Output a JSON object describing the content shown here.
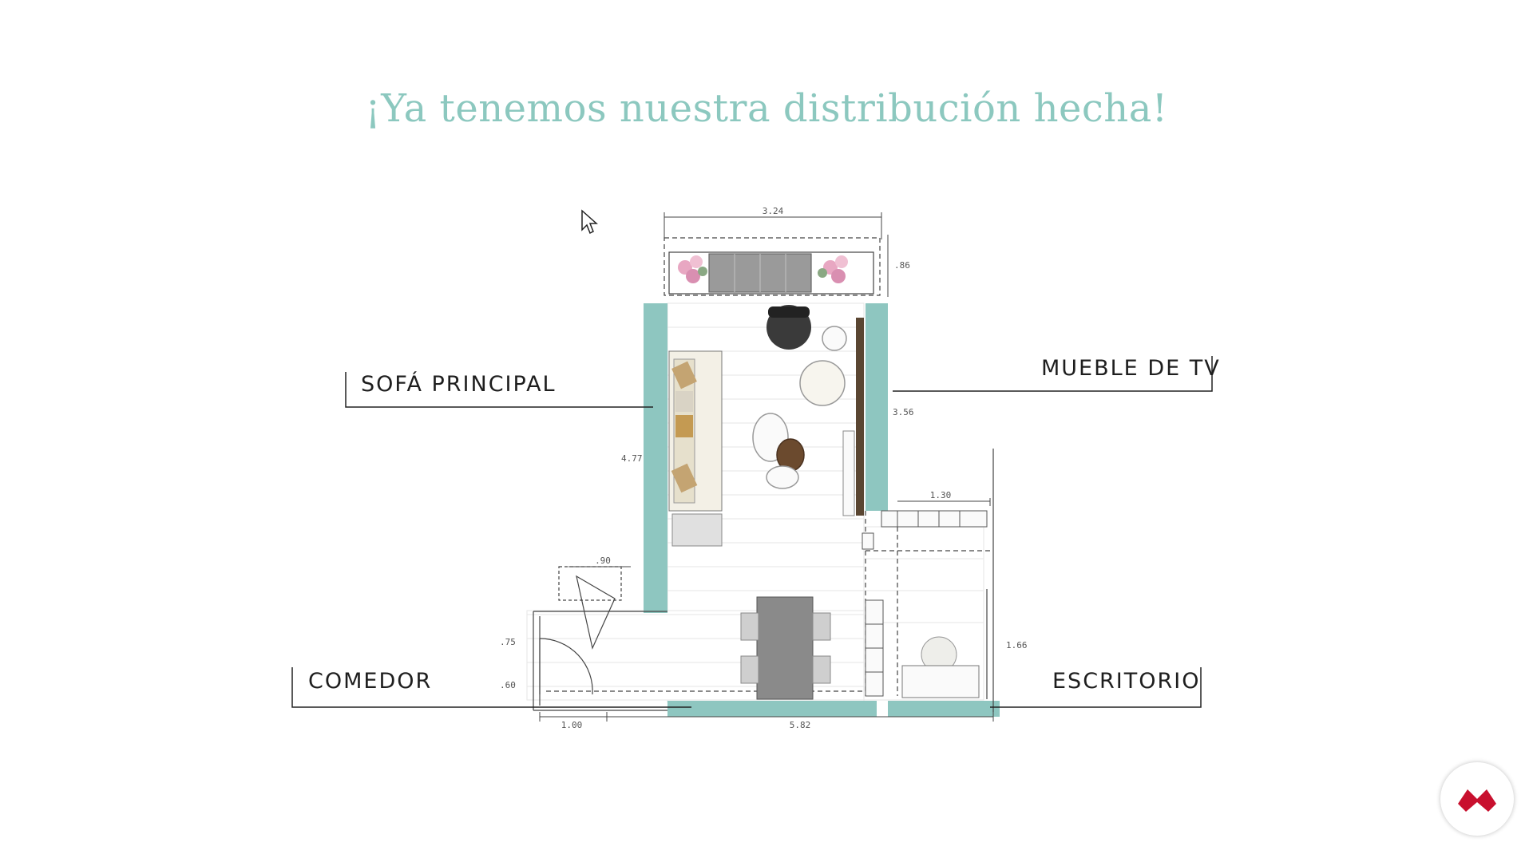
{
  "slide": {
    "title": "¡Ya tenemos nuestra distribución hecha!"
  },
  "callouts": {
    "sofa": "SOFÁ PRINCIPAL",
    "tv": "MUEBLE DE TV",
    "dining": "COMEDOR",
    "desk": "ESCRITORIO"
  },
  "dimensions": {
    "top_width": "3.24",
    "balcony_depth": ".86",
    "living_height": "4.77",
    "right_wall": "3.56",
    "desk_width": "1.30",
    "door_width": ".90",
    "left_a": ".75",
    "left_b": ".60",
    "bottom_left": "1.00",
    "bottom_total": "5.82",
    "desk_height": "1.66"
  },
  "colors": {
    "wall": "#8ec6c0",
    "title": "#8cc8bf",
    "logo": "#c8102e"
  },
  "icons": {
    "cursor": "mouse-pointer-icon",
    "logo": "brand-logo-icon"
  }
}
